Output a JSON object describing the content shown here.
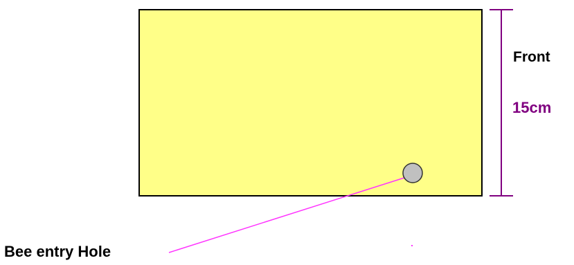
{
  "labels": {
    "front": "Front",
    "dimension": "15cm",
    "entry_hole": "Bee entry Hole"
  },
  "colors": {
    "box_fill": "#ffff88",
    "box_stroke": "#000000",
    "hole_fill": "#c0c0c0",
    "hole_stroke": "#333333",
    "dimension_line": "#800080",
    "dimension_text": "#800080",
    "leader_line": "#ff33ff",
    "text": "#000000"
  }
}
